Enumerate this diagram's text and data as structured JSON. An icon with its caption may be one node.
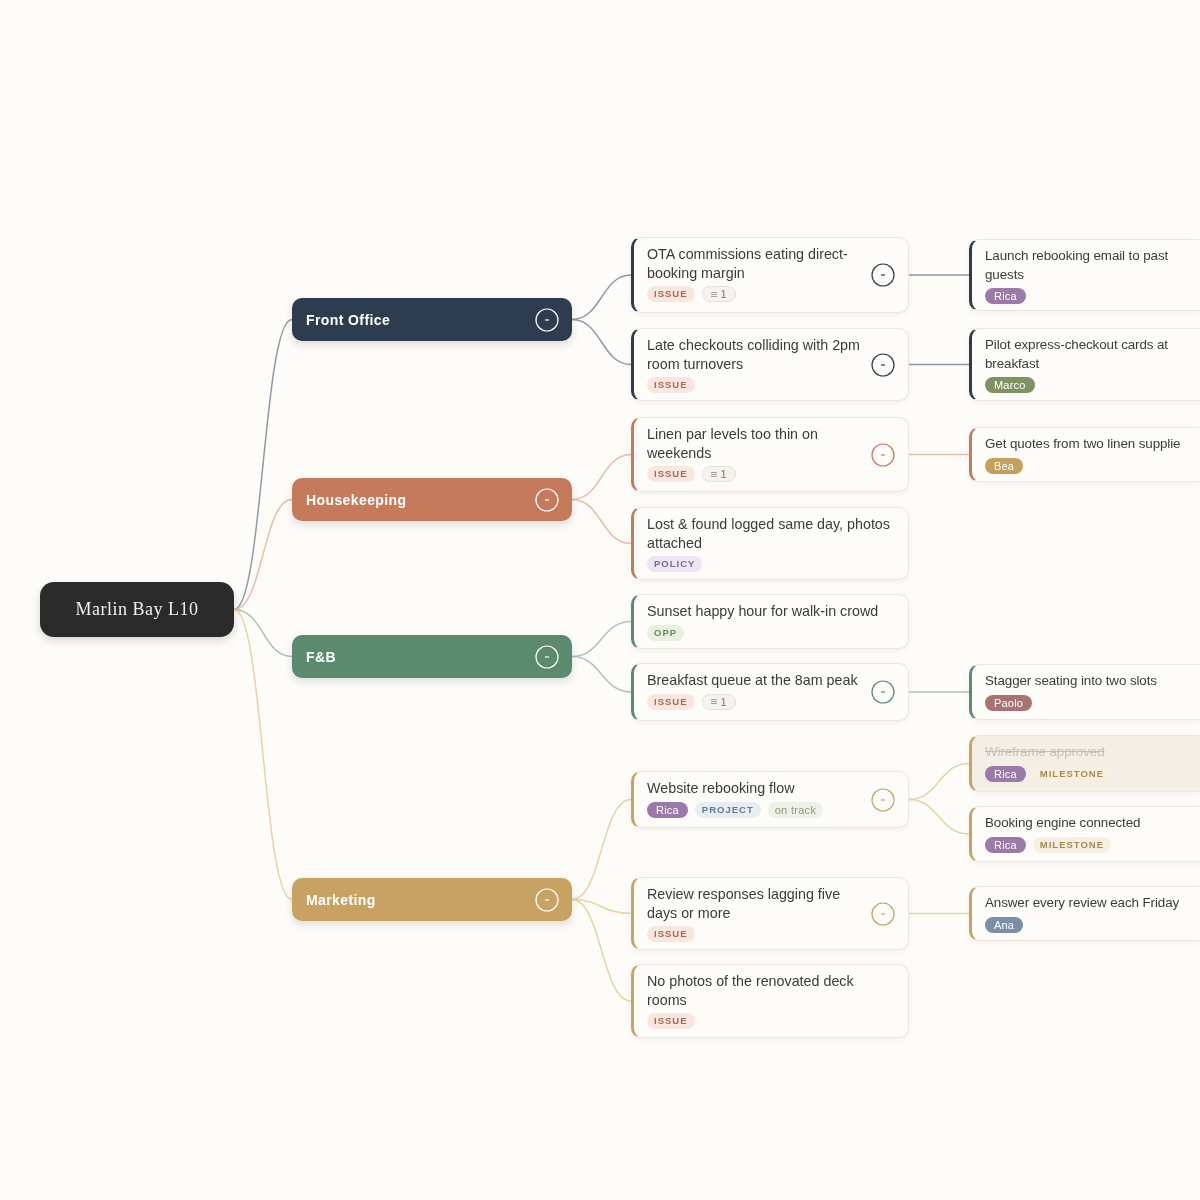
{
  "diagram": {
    "nodes": [
      {
        "text": [
          "Marlin Bay L10"
        ]
      },
      {
        "text": [
          "Front Office"
        ]
      },
      {
        "text": [
          "Housekeeping"
        ]
      },
      {
        "text": [
          "F&B"
        ]
      },
      {
        "text": [
          "Marketing"
        ]
      },
      {
        "text": [
          "OTA commissions eating direct-booking margin",
          "ISSUE",
          "1"
        ]
      },
      {
        "text": [
          "Late checkouts colliding with 2pm room turnovers",
          "ISSUE"
        ]
      },
      {
        "text": [
          "Linen par levels too thin on weekends",
          "ISSUE",
          "1"
        ]
      },
      {
        "text": [
          "Lost & found logged same day, photos attached",
          "POLICY"
        ]
      },
      {
        "text": [
          "Sunset happy hour for walk-in crowd",
          "OPP"
        ]
      },
      {
        "text": [
          "Breakfast queue at the 8am peak",
          "ISSUE",
          "1"
        ]
      },
      {
        "text": [
          "Website rebooking flow",
          "Rica",
          "PROJECT",
          "on track"
        ]
      },
      {
        "text": [
          "Review responses lagging five days or more",
          "ISSUE"
        ]
      },
      {
        "text": [
          "No photos of the renovated deck rooms",
          "ISSUE"
        ]
      },
      {
        "text": [
          "Launch rebooking email to past guests",
          "Rica"
        ]
      },
      {
        "text": [
          "Pilot express-checkout cards at breakfast",
          "Marco"
        ]
      },
      {
        "text": [
          "Get quotes from two linen supplie",
          "Bea"
        ]
      },
      {
        "text": [
          "Stagger seating into two slots",
          "Paolo"
        ]
      },
      {
        "text": [
          "Wireframe approved",
          "Rica",
          "MILESTONE"
        ]
      },
      {
        "text": [
          "Booking engine connected",
          "Rica",
          "MILESTONE"
        ]
      },
      {
        "text": [
          "Answer every review each Friday",
          "Ana"
        ]
      }
    ],
    "edges": [
      {
        "from": 0,
        "to": 1,
        "arrow": "none",
        "color": "#8f9aa7"
      },
      {
        "from": 0,
        "to": 2,
        "arrow": "none",
        "color": "#e9bba8"
      },
      {
        "from": 0,
        "to": 3,
        "arrow": "none",
        "color": "#a9c6b6"
      },
      {
        "from": 0,
        "to": 4,
        "arrow": "none",
        "color": "#e8d2a6"
      },
      {
        "from": 1,
        "to": 5,
        "arrow": "none",
        "color": "#8f9aa7"
      },
      {
        "from": 1,
        "to": 6,
        "arrow": "none",
        "color": "#8f9aa7"
      },
      {
        "from": 2,
        "to": 7,
        "arrow": "none",
        "color": "#e9bba8"
      },
      {
        "from": 2,
        "to": 8,
        "arrow": "none",
        "color": "#e9bba8"
      },
      {
        "from": 3,
        "to": 9,
        "arrow": "none",
        "color": "#a9c6b6"
      },
      {
        "from": 3,
        "to": 10,
        "arrow": "none",
        "color": "#a9c6b6"
      },
      {
        "from": 4,
        "to": 11,
        "arrow": "none",
        "color": "#e8d2a6"
      },
      {
        "from": 4,
        "to": 12,
        "arrow": "none",
        "color": "#e8d2a6"
      },
      {
        "from": 4,
        "to": 13,
        "arrow": "none",
        "color": "#e8d2a6"
      },
      {
        "from": 5,
        "to": 14,
        "arrow": "none",
        "color": "#8f9aa7"
      },
      {
        "from": 6,
        "to": 15,
        "arrow": "none",
        "color": "#8f9aa7"
      },
      {
        "from": 7,
        "to": 16,
        "arrow": "none",
        "color": "#e9bba8"
      },
      {
        "from": 10,
        "to": 17,
        "arrow": "none",
        "color": "#a9c6b6"
      },
      {
        "from": 11,
        "to": 18,
        "arrow": "none",
        "color": "#e8d2a6"
      },
      {
        "from": 11,
        "to": 19,
        "arrow": "none",
        "color": "#e8d2a6"
      },
      {
        "from": 12,
        "to": 20,
        "arrow": "none",
        "color": "#e8d2a6"
      }
    ]
  }
}
